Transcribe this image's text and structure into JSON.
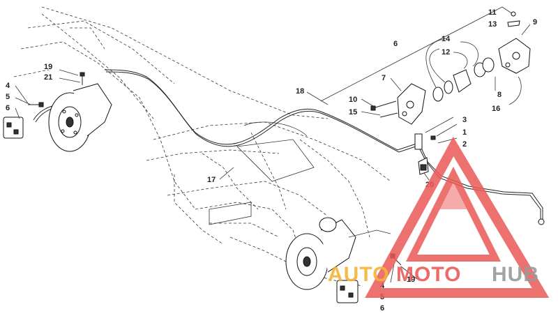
{
  "diagram": {
    "callouts": [
      {
        "id": "c11a",
        "text": "11"
      },
      {
        "id": "c13",
        "text": "13"
      },
      {
        "id": "c9",
        "text": "9"
      },
      {
        "id": "c6a",
        "text": "6"
      },
      {
        "id": "c14",
        "text": "14"
      },
      {
        "id": "c12",
        "text": "12"
      },
      {
        "id": "c7",
        "text": "7"
      },
      {
        "id": "c8",
        "text": "8"
      },
      {
        "id": "c16",
        "text": "16"
      },
      {
        "id": "c18",
        "text": "18"
      },
      {
        "id": "c10",
        "text": "10"
      },
      {
        "id": "c15",
        "text": "15"
      },
      {
        "id": "c3",
        "text": "3"
      },
      {
        "id": "c1",
        "text": "1"
      },
      {
        "id": "c2",
        "text": "2"
      },
      {
        "id": "c19a",
        "text": "19"
      },
      {
        "id": "c21",
        "text": "21"
      },
      {
        "id": "c4a",
        "text": "4"
      },
      {
        "id": "c5a",
        "text": "5"
      },
      {
        "id": "c6b",
        "text": "6"
      },
      {
        "id": "c17",
        "text": "17"
      },
      {
        "id": "c20",
        "text": "20"
      },
      {
        "id": "c19b",
        "text": "19"
      },
      {
        "id": "c4b",
        "text": "4"
      },
      {
        "id": "c5b",
        "text": "5"
      },
      {
        "id": "c6c",
        "text": "6"
      }
    ]
  },
  "watermark": {
    "text_part1": "AUTO",
    "text_part2": "MOTO",
    "text_part3": "HUB",
    "colors": {
      "orange": "#f5b335",
      "red": "#ea5a57",
      "gray": "#9a9a9a"
    }
  }
}
